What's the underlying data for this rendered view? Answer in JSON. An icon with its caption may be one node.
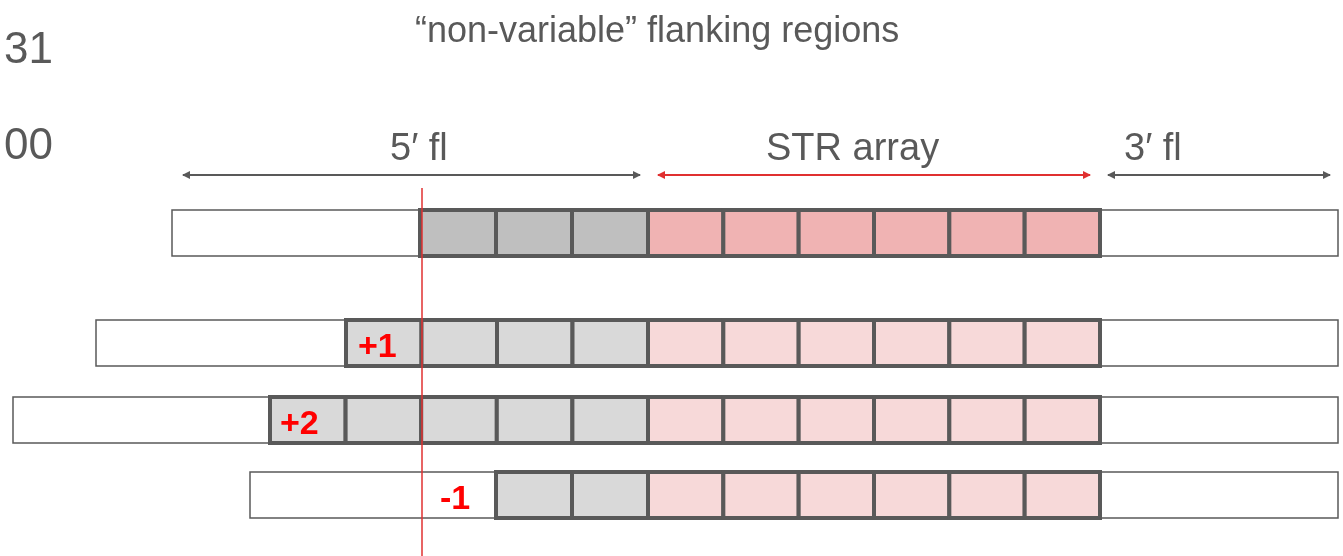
{
  "diagram": {
    "labels": [
      "31",
      "00",
      "“non-variable” flanking regions",
      "5′ fl",
      "STR array",
      "3′ fl",
      "+1",
      "+2",
      "-1"
    ]
  }
}
